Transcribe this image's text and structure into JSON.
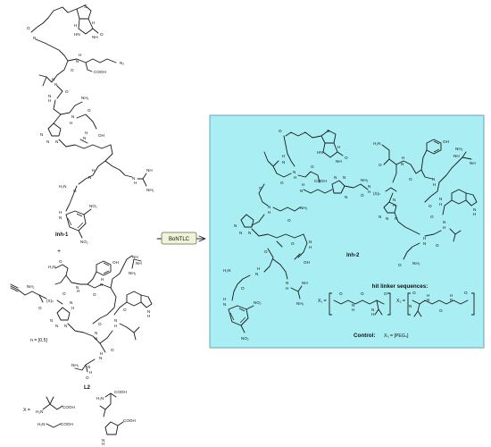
{
  "colors": {
    "panel_bg": "#a9eef3",
    "panel_border": "#6aa3b5",
    "arrow_box_bg": "#eef4d6",
    "arrow_box_border": "#6b6b52",
    "line": "#1a1a1a"
  },
  "left": {
    "inh1_label": "Inh-1",
    "plus": "+",
    "l2_label": "L2",
    "n_range": "n = [0,5]",
    "x_eq": "X =",
    "atoms": {
      "S": "S",
      "NH": "NH",
      "HN": "HN",
      "H": "H",
      "O": "O",
      "N": "N",
      "N3": "N₃",
      "COOH": "COOH",
      "OH": "OH",
      "NH2": "NH₂",
      "H2N": "H₂N",
      "NO2": "NO₂",
      "X_n": "(X)ₙ",
      "N_H": "N"
    }
  },
  "arrow": {
    "label": "BoNTLC"
  },
  "right": {
    "inh2_label": "Inh-2",
    "hit_title": "hit linker sequences:",
    "x1_label": "X₁ =",
    "x2_label": "X₂ =",
    "control_label": "Control:",
    "control_value": "X₃ = [PEG₄]",
    "atoms": {
      "S": "S",
      "NH": "NH",
      "HN": "HN",
      "H": "H",
      "O": "O",
      "N": "N",
      "COOH": "COOH",
      "OH": "OH",
      "NH2": "NH₂",
      "H2N": "H₂N",
      "NO2": "NO₂",
      "X_n": "(X)ₙ"
    }
  }
}
